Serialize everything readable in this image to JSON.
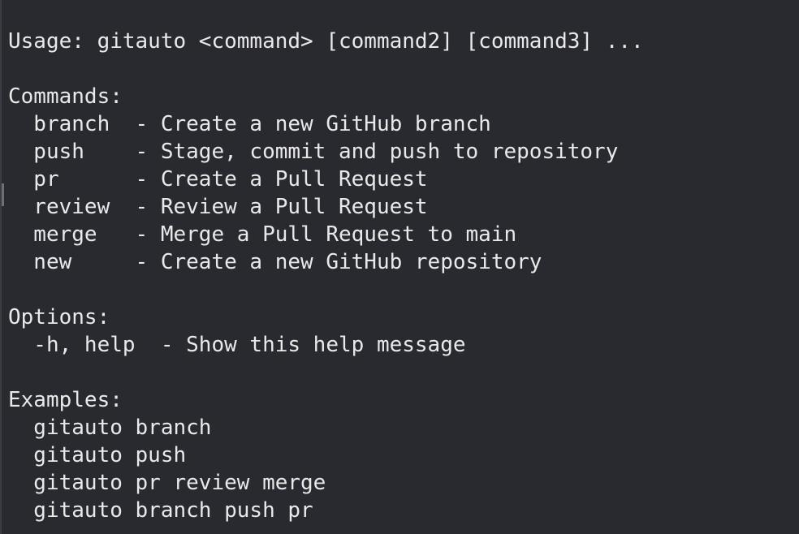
{
  "terminal": {
    "lines": [
      "Usage: gitauto <command> [command2] [command3] ...",
      "",
      "Commands:",
      "  branch  - Create a new GitHub branch",
      "  push    - Stage, commit and push to repository",
      "  pr      - Create a Pull Request",
      "  review  - Review a Pull Request",
      "  merge   - Merge a Pull Request to main",
      "  new     - Create a new GitHub repository",
      "",
      "Options:",
      "  -h, help  - Show this help message",
      "",
      "Examples:",
      "  gitauto branch",
      "  gitauto push",
      "  gitauto pr review merge",
      "  gitauto branch push pr"
    ]
  },
  "colors": {
    "background": "#282a30",
    "foreground": "#e9e9ea"
  }
}
